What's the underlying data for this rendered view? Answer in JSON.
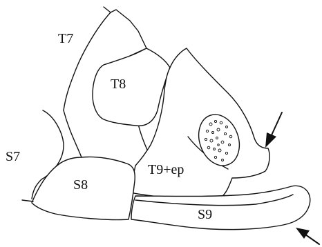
{
  "labels": {
    "t7": "T7",
    "t8": "T8",
    "s7": "S7",
    "s8": "S8",
    "t9ep": "T9+ep",
    "s9": "S9"
  },
  "colors": {
    "stroke": "#111111",
    "background": "#ffffff"
  }
}
